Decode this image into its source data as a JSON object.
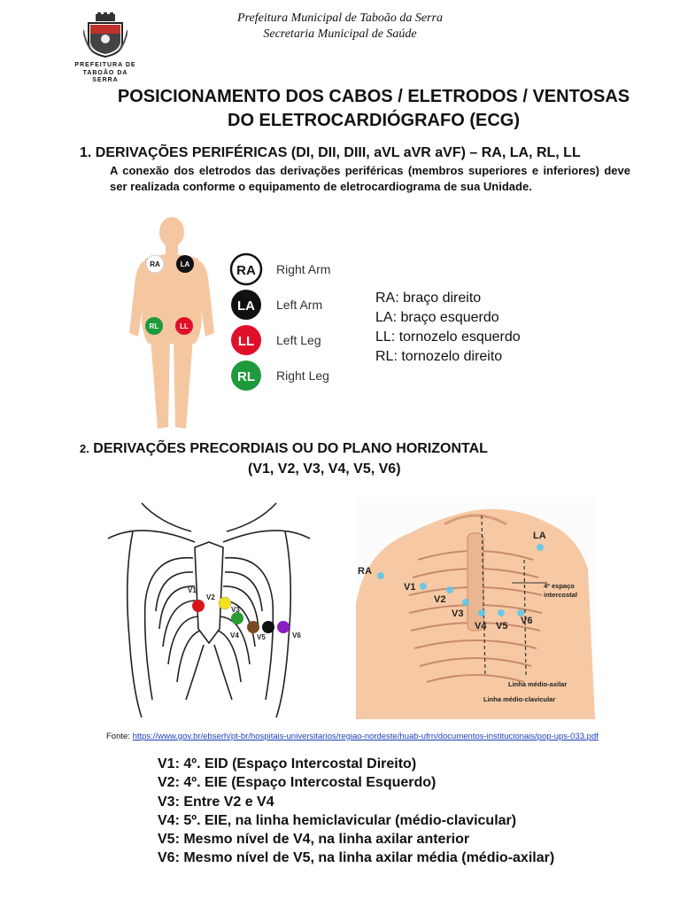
{
  "logo": {
    "line1": "PREFEITURA DE",
    "line2": "TABOÃO DA SERRA"
  },
  "header": {
    "line1": "Prefeitura Municipal de Taboão da Serra",
    "line2": "Secretaria Municipal  de Saúde"
  },
  "title": {
    "line1": "POSICIONAMENTO DOS CABOS / ELETRODOS / VENTOSAS",
    "line2": "DO ELETROCARDIÓGRAFO (ECG)"
  },
  "section1": {
    "heading": "1. DERIVAÇÕES PERIFÉRICAS (DI, DII, DIII, aVL aVR aVF) – RA, LA, RL, LL",
    "text": "A conexão dos eletrodos das derivações periféricas (membros superiores e inferiores) deve ser realizada conforme o equipamento de eletrocardiograma de sua Unidade.",
    "body_labels": {
      "ra": "RA",
      "la": "LA",
      "rl": "RL",
      "ll": "LL"
    },
    "key": [
      {
        "code": "RA",
        "label": "Right Arm",
        "color": "#ffffff"
      },
      {
        "code": "LA",
        "label": "Left Arm",
        "color": "#111111"
      },
      {
        "code": "LL",
        "label": "Left Leg",
        "color": "#e0102a"
      },
      {
        "code": "RL",
        "label": "Right Leg",
        "color": "#1e9a3c"
      }
    ],
    "legend": [
      "RA: braço direito",
      "LA: braço esquerdo",
      "LL: tornozelo esquerdo",
      "RL: tornozelo direito"
    ]
  },
  "section2": {
    "number": "2.",
    "heading": "DERIVAÇÕES PRECORDIAIS OU DO PLANO HORIZONTAL",
    "subheading": "(V1, V2, V3, V4, V5, V6)",
    "left_diagram": {
      "labels": [
        "V1",
        "V2",
        "V3",
        "V4",
        "V5",
        "V6"
      ],
      "colors": [
        "#d9131b",
        "#f2e21a",
        "#2a9c33",
        "#7a4a22",
        "#111111",
        "#8a1fc4"
      ]
    },
    "right_diagram": {
      "la": "LA",
      "ra": "RA",
      "leads": [
        "V1",
        "V2",
        "V3",
        "V4",
        "V5",
        "V6"
      ],
      "space_label_1": "4º espaço",
      "space_label_2": "intercostal",
      "axilar": "Linha médio-axilar",
      "clavicular": "Linha médio-clavicular"
    },
    "source_prefix": "Fonte: ",
    "source_url": "https://www.gov.br/ebserh/pt-br/hospitais-universitarios/regiao-nordeste/huab-ufrn/documentos-institucionais/pop-ups-033.pdf",
    "descriptions": [
      "V1: 4º. EID (Espaço Intercostal Direito)",
      "V2: 4º. EIE (Espaço Intercostal Esquerdo)",
      "V3: Entre V2 e V4",
      "V4: 5º. EIE, na linha hemiclavicular (médio-clavicular)",
      "V5: Mesmo nível de V4, na linha axilar anterior",
      "V6: Mesmo nível de V5, na linha axilar média (médio-axilar)"
    ]
  }
}
